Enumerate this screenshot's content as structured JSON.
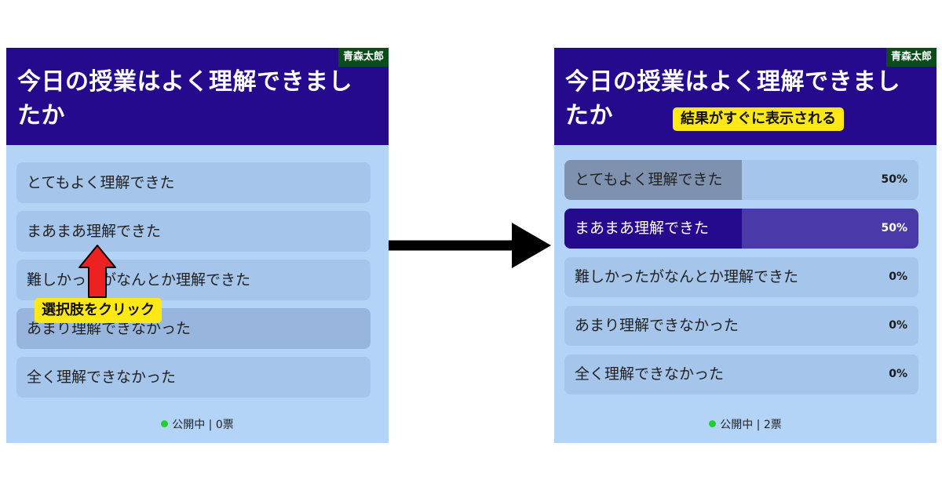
{
  "left_panel": {
    "title": "今日の授業はよく理解できましたか",
    "author": "青森太郎",
    "options": [
      {
        "label": "とてもよく理解できた"
      },
      {
        "label": "まあまあ理解できた"
      },
      {
        "label": "難しかったがなんとか理解できた"
      },
      {
        "label": "あまり理解できなかった"
      },
      {
        "label": "全く理解できなかった"
      }
    ],
    "status": "公開中 | 0票"
  },
  "right_panel": {
    "title": "今日の授業はよく理解できましたか",
    "author": "青森太郎",
    "options": [
      {
        "label": "とてもよく理解できた",
        "percent_text": "50%",
        "fraction": 0.5
      },
      {
        "label": "まあまあ理解できた",
        "percent_text": "50%",
        "fraction": 0.5
      },
      {
        "label": "難しかったがなんとか理解できた",
        "percent_text": "0%",
        "fraction": 0
      },
      {
        "label": "あまり理解できなかった",
        "percent_text": "0%",
        "fraction": 0
      },
      {
        "label": "全く理解できなかった",
        "percent_text": "0%",
        "fraction": 0
      }
    ],
    "status": "公開中 | 2票"
  },
  "annotations": {
    "click_callout": "選択肢をクリック",
    "result_callout": "結果がすぐに表示される"
  },
  "colors": {
    "header": "#250a8e",
    "panel_bg": "#b3d4f7",
    "option_bg": "#a5c5ea",
    "author_badge": "#0b4d1a",
    "highlight": "#ffe814",
    "status_dot": "#1fcf2e",
    "red_arrow": "#ef2020"
  },
  "icons": {
    "up_arrow": "up-arrow-icon",
    "right_arrow": "right-arrow-icon",
    "status_dot": "status-dot-icon"
  }
}
